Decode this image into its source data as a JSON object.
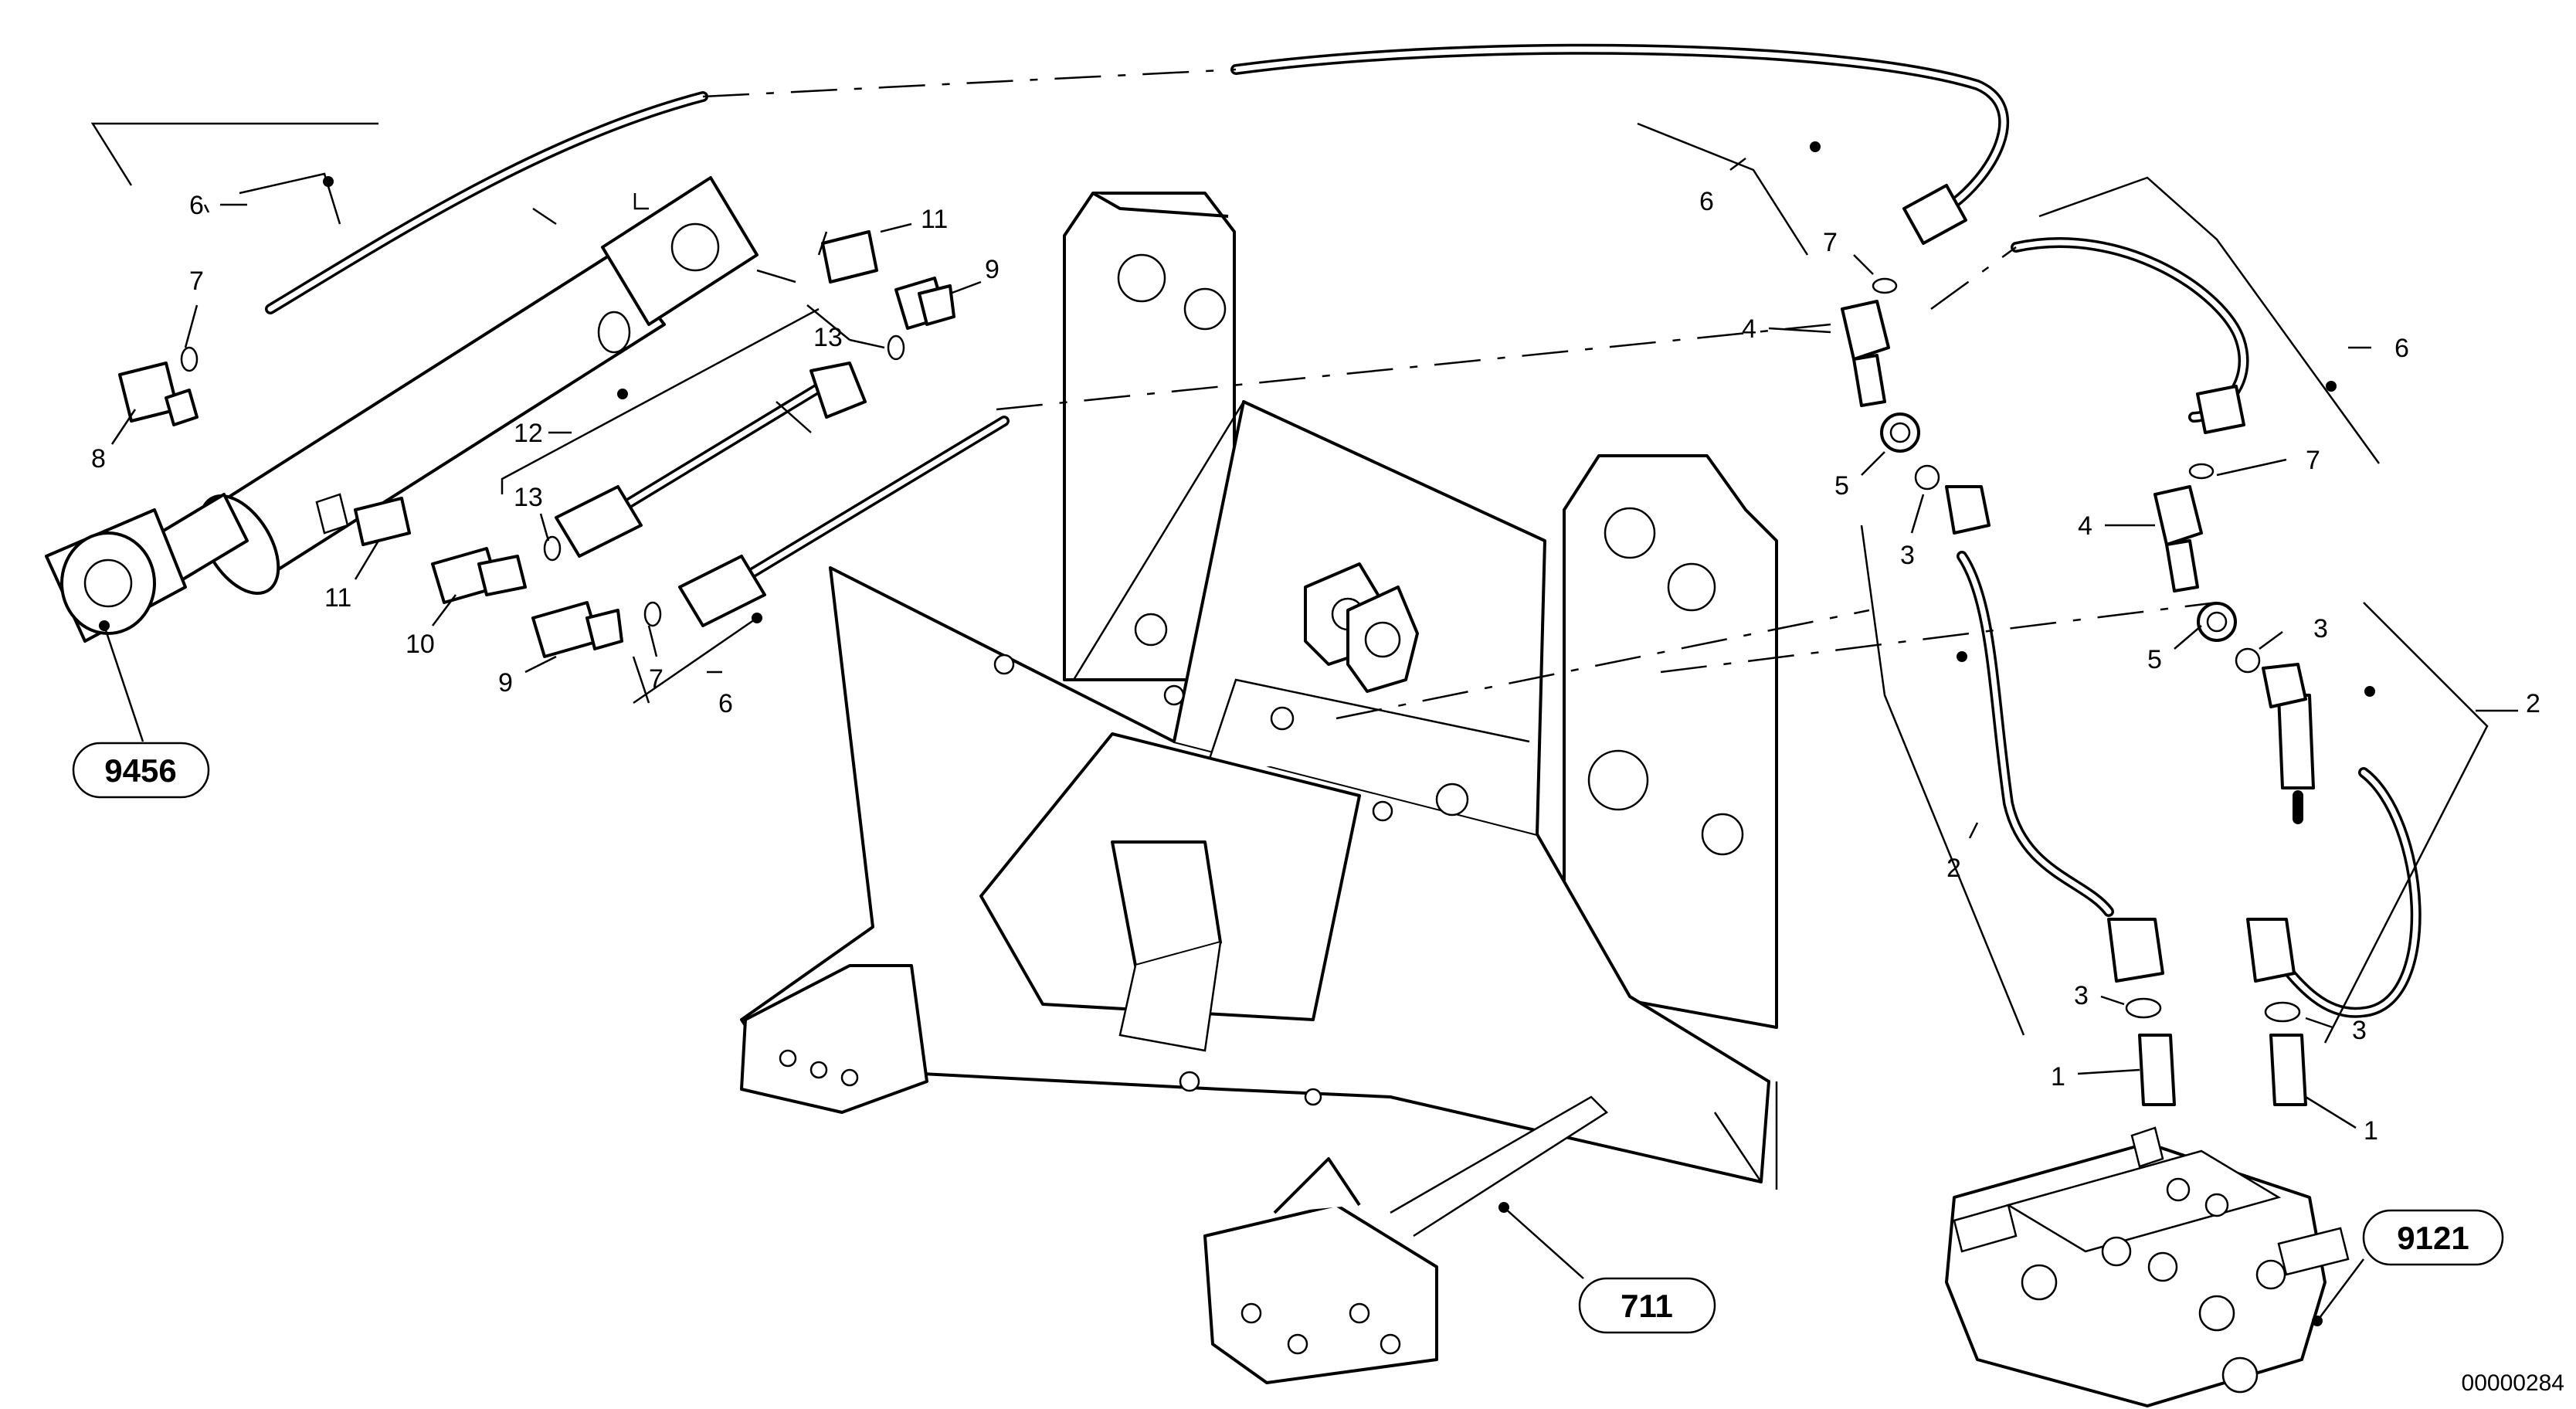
{
  "figure": {
    "document_id": "00000284",
    "reference_boxes": [
      {
        "id": "ref-9456",
        "label": "9456"
      },
      {
        "id": "ref-711",
        "label": "711"
      },
      {
        "id": "ref-9121",
        "label": "9121"
      }
    ],
    "callouts": [
      {
        "id": "c1",
        "label": "6"
      },
      {
        "id": "c2",
        "label": "7"
      },
      {
        "id": "c3",
        "label": "8"
      },
      {
        "id": "c4",
        "label": "11"
      },
      {
        "id": "c5",
        "label": "9"
      },
      {
        "id": "c6",
        "label": "13"
      },
      {
        "id": "c7",
        "label": "12"
      },
      {
        "id": "c8",
        "label": "13"
      },
      {
        "id": "c9",
        "label": "11"
      },
      {
        "id": "c10",
        "label": "10"
      },
      {
        "id": "c11",
        "label": "9"
      },
      {
        "id": "c12",
        "label": "7"
      },
      {
        "id": "c13",
        "label": "6"
      },
      {
        "id": "c14",
        "label": "6"
      },
      {
        "id": "c15",
        "label": "7"
      },
      {
        "id": "c16",
        "label": "4"
      },
      {
        "id": "c17",
        "label": "5"
      },
      {
        "id": "c18",
        "label": "3"
      },
      {
        "id": "c19",
        "label": "6"
      },
      {
        "id": "c20",
        "label": "7"
      },
      {
        "id": "c21",
        "label": "4"
      },
      {
        "id": "c22",
        "label": "5"
      },
      {
        "id": "c23",
        "label": "3"
      },
      {
        "id": "c24",
        "label": "2"
      },
      {
        "id": "c25",
        "label": "2"
      },
      {
        "id": "c26",
        "label": "3"
      },
      {
        "id": "c27",
        "label": "3"
      },
      {
        "id": "c28",
        "label": "1"
      },
      {
        "id": "c29",
        "label": "1"
      }
    ]
  }
}
